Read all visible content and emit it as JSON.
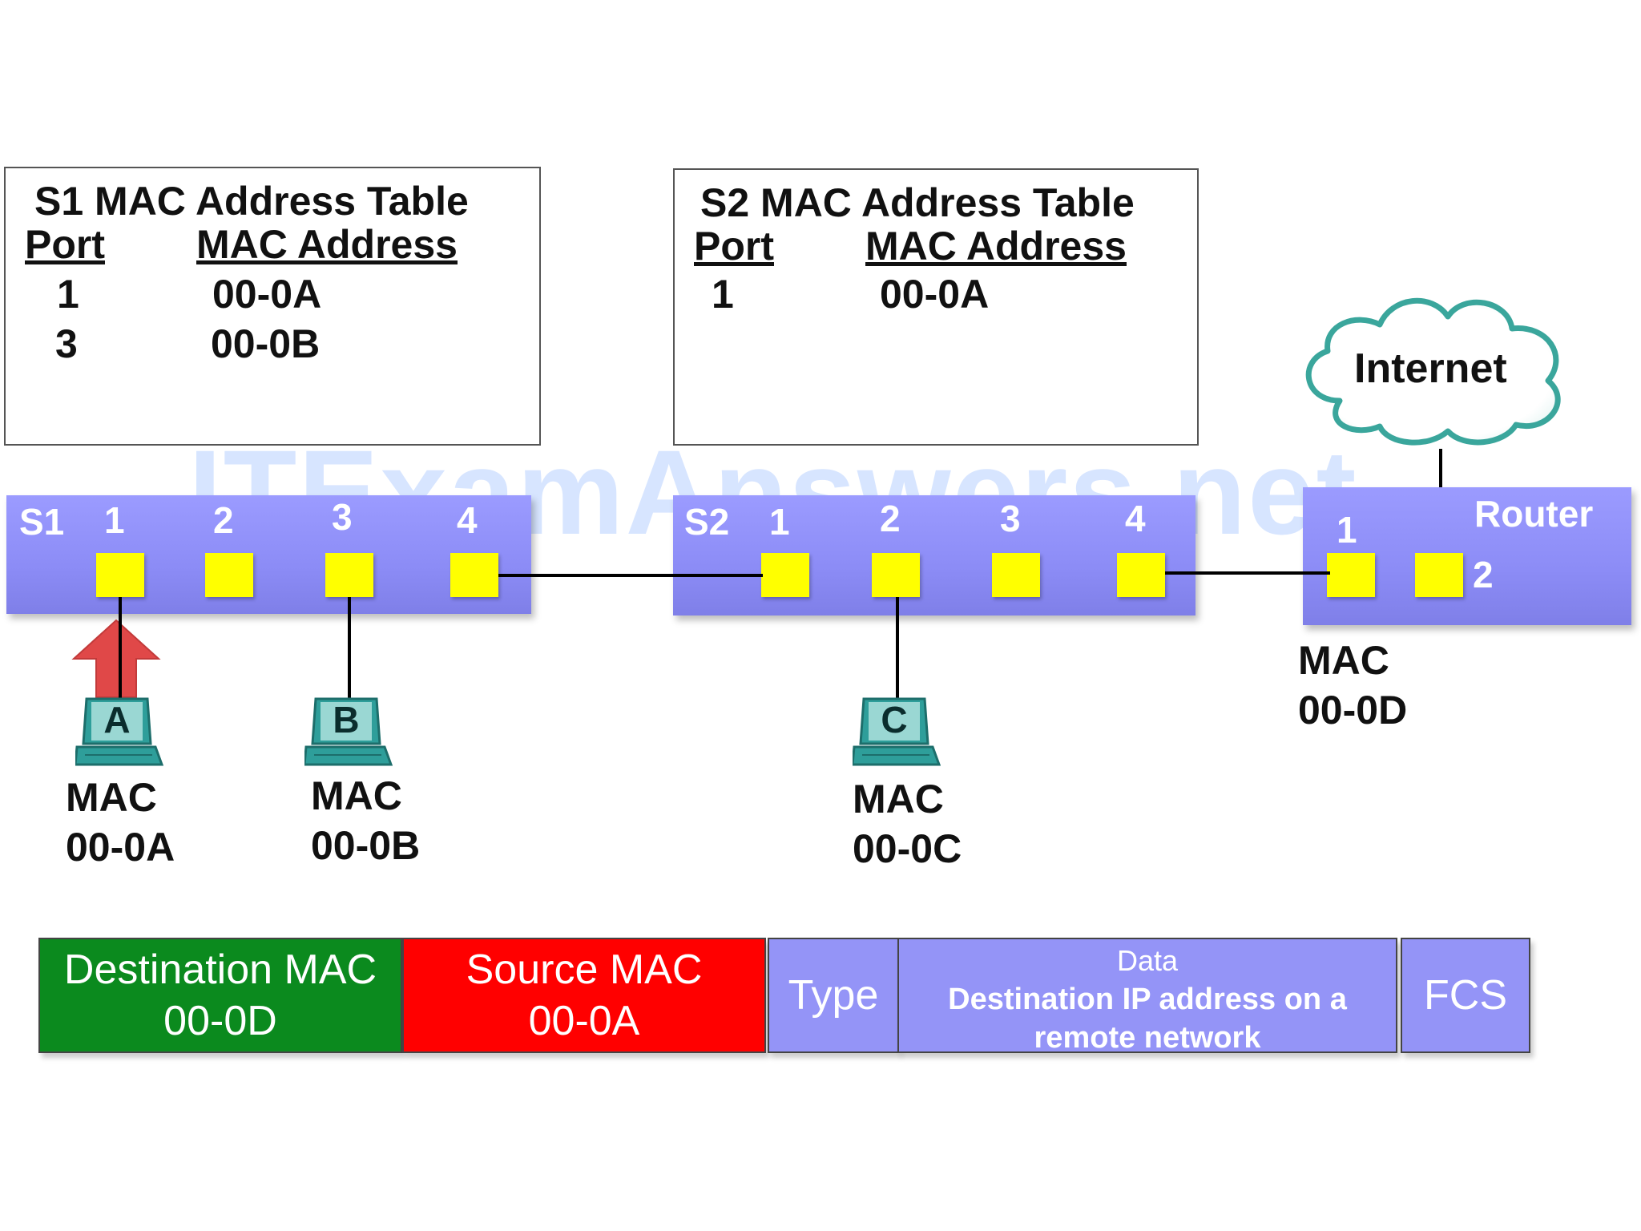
{
  "s1_table": {
    "title": "S1 MAC Address Table",
    "col_port": "Port",
    "col_mac": "MAC Address",
    "rows": [
      {
        "port": "1",
        "mac": "00-0A"
      },
      {
        "port": "3",
        "mac": "00-0B"
      }
    ]
  },
  "s2_table": {
    "title": "S2 MAC Address Table",
    "col_port": "Port",
    "col_mac": "MAC Address",
    "rows": [
      {
        "port": "1",
        "mac": "00-0A"
      }
    ]
  },
  "cloud": {
    "label": "Internet"
  },
  "s1": {
    "name": "S1",
    "ports": [
      "1",
      "2",
      "3",
      "4"
    ]
  },
  "s2": {
    "name": "S2",
    "ports": [
      "1",
      "2",
      "3",
      "4"
    ]
  },
  "router": {
    "name": "Router",
    "ports": [
      "1",
      "2"
    ],
    "mac_label": "MAC",
    "mac": "00-0D"
  },
  "hosts": [
    {
      "letter": "A",
      "mac_label": "MAC",
      "mac": "00-0A"
    },
    {
      "letter": "B",
      "mac_label": "MAC",
      "mac": "00-0B"
    },
    {
      "letter": "C",
      "mac_label": "MAC",
      "mac": "00-0C"
    }
  ],
  "frame": {
    "dest_label": "Destination MAC",
    "dest_value": "00-0D",
    "src_label": "Source MAC",
    "src_value": "00-0A",
    "type_label": "Type",
    "data_label": "Data",
    "data_desc_1": "Destination IP address on a",
    "data_desc_2": "remote network",
    "fcs_label": "FCS"
  },
  "watermark": "ITExamAnswers.net",
  "colors": {
    "device": "#8f8ff5",
    "port": "#ffff00",
    "dest_field": "#0b8a1e",
    "src_field": "#ff0000",
    "other_fields": "#9494f7",
    "arrow": "#e04848",
    "host": "#2e9e9a",
    "cloud": "#3aa69c"
  }
}
